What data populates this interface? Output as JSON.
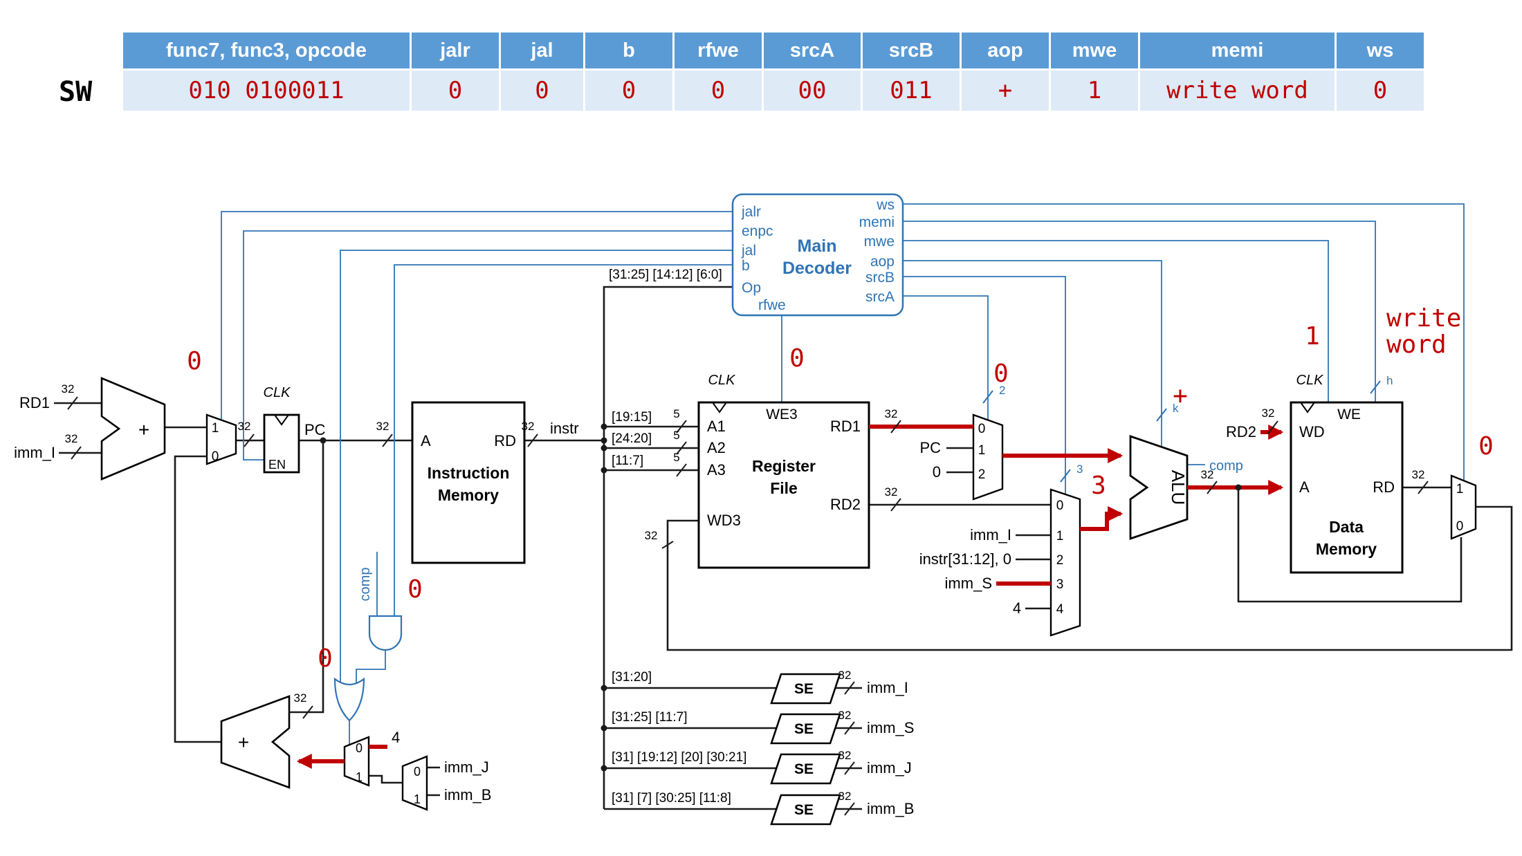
{
  "colors": {
    "table_header_bg": "#5B9BD5",
    "table_row_bg": "#DEEAF6",
    "value_red": "#C00000",
    "control_blue": "#2E74B5",
    "wire_black": "#1a1a1a"
  },
  "table": {
    "row_label": "SW",
    "headers": [
      "func7, func3, opcode",
      "jalr",
      "jal",
      "b",
      "rfwe",
      "srcA",
      "srcB",
      "aop",
      "mwe",
      "memi",
      "ws"
    ],
    "values": [
      "010 0100011",
      "0",
      "0",
      "0",
      "0",
      "00",
      "011",
      "+",
      "1",
      "write word",
      "0"
    ]
  },
  "decoder": {
    "name_line1": "Main",
    "name_line2": "Decoder",
    "in_jalr": "jalr",
    "in_enpc": "enpc",
    "in_jal": "jal",
    "in_b": "b",
    "in_op": "Op",
    "in_rfwe": "rfwe",
    "out_ws": "ws",
    "out_memi": "memi",
    "out_mwe": "mwe",
    "out_aop": "aop",
    "out_srcb": "srcB",
    "out_srca": "srcA"
  },
  "pc_unit": {
    "rd1": "RD1",
    "imm_i": "imm_I",
    "plus": "+",
    "mux1": "1",
    "mux0": "0",
    "clk": "CLK",
    "en": "EN",
    "pc": "PC"
  },
  "imem": {
    "a": "A",
    "rd": "RD",
    "title1": "Instruction",
    "title2": "Memory",
    "instr": "instr",
    "op_slice": "[31:25] [14:12] [6:0]"
  },
  "regfile": {
    "we3": "WE3",
    "a1": "A1",
    "a2": "A2",
    "a3": "A3",
    "wd3": "WD3",
    "rd1": "RD1",
    "rd2": "RD2",
    "title1": "Register",
    "title2": "File",
    "clk": "CLK",
    "a1_slice": "[19:15]",
    "a2_slice": "[24:20]",
    "a3_slice": "[11:7]"
  },
  "srca_mux": {
    "i0": "0",
    "i1": "1",
    "i2": "2",
    "pc": "PC",
    "zero": "0",
    "sel": "2"
  },
  "srcb_mux": {
    "i0": "0",
    "i1": "1",
    "i2": "2",
    "i3": "3",
    "i4": "4",
    "imm_i": "imm_I",
    "instr_31_12": "instr[31:12], 0",
    "imm_s": "imm_S",
    "four": "4",
    "sel": "3"
  },
  "alu": {
    "label": "ALU",
    "comp": "comp",
    "sel": "k"
  },
  "dmem": {
    "we": "WE",
    "wd": "WD",
    "a": "A",
    "rd": "RD",
    "title1": "Data",
    "title2": "Memory",
    "clk": "CLK",
    "rd2": "RD2",
    "sel": "h"
  },
  "result_mux": {
    "i1": "1",
    "i0": "0"
  },
  "branch_unit": {
    "plus": "+",
    "mux_a0": "0",
    "mux_a1": "1",
    "mux_b0": "0",
    "mux_b1": "1",
    "four": "4",
    "imm_j": "imm_J",
    "imm_b": "imm_B",
    "comp": "comp"
  },
  "se": {
    "label": "SE",
    "imm_i": "imm_I",
    "imm_s": "imm_S",
    "imm_j": "imm_J",
    "imm_b": "imm_B",
    "slice_i": "[31:20]",
    "slice_s": "[31:25] [11:7]",
    "slice_j": "[31] [19:12] [20] [30:21]",
    "slice_b": "[31] [7] [30:25] [11:8]"
  },
  "annotations": {
    "jalr": "0",
    "jal": "0",
    "b": "0",
    "rfwe": "0",
    "srca": "0",
    "srcb": "3",
    "aop": "+",
    "mwe": "1",
    "memi1": "write",
    "memi2": "word",
    "ws": "0"
  },
  "widths": {
    "w32": "32",
    "w5": "5"
  }
}
